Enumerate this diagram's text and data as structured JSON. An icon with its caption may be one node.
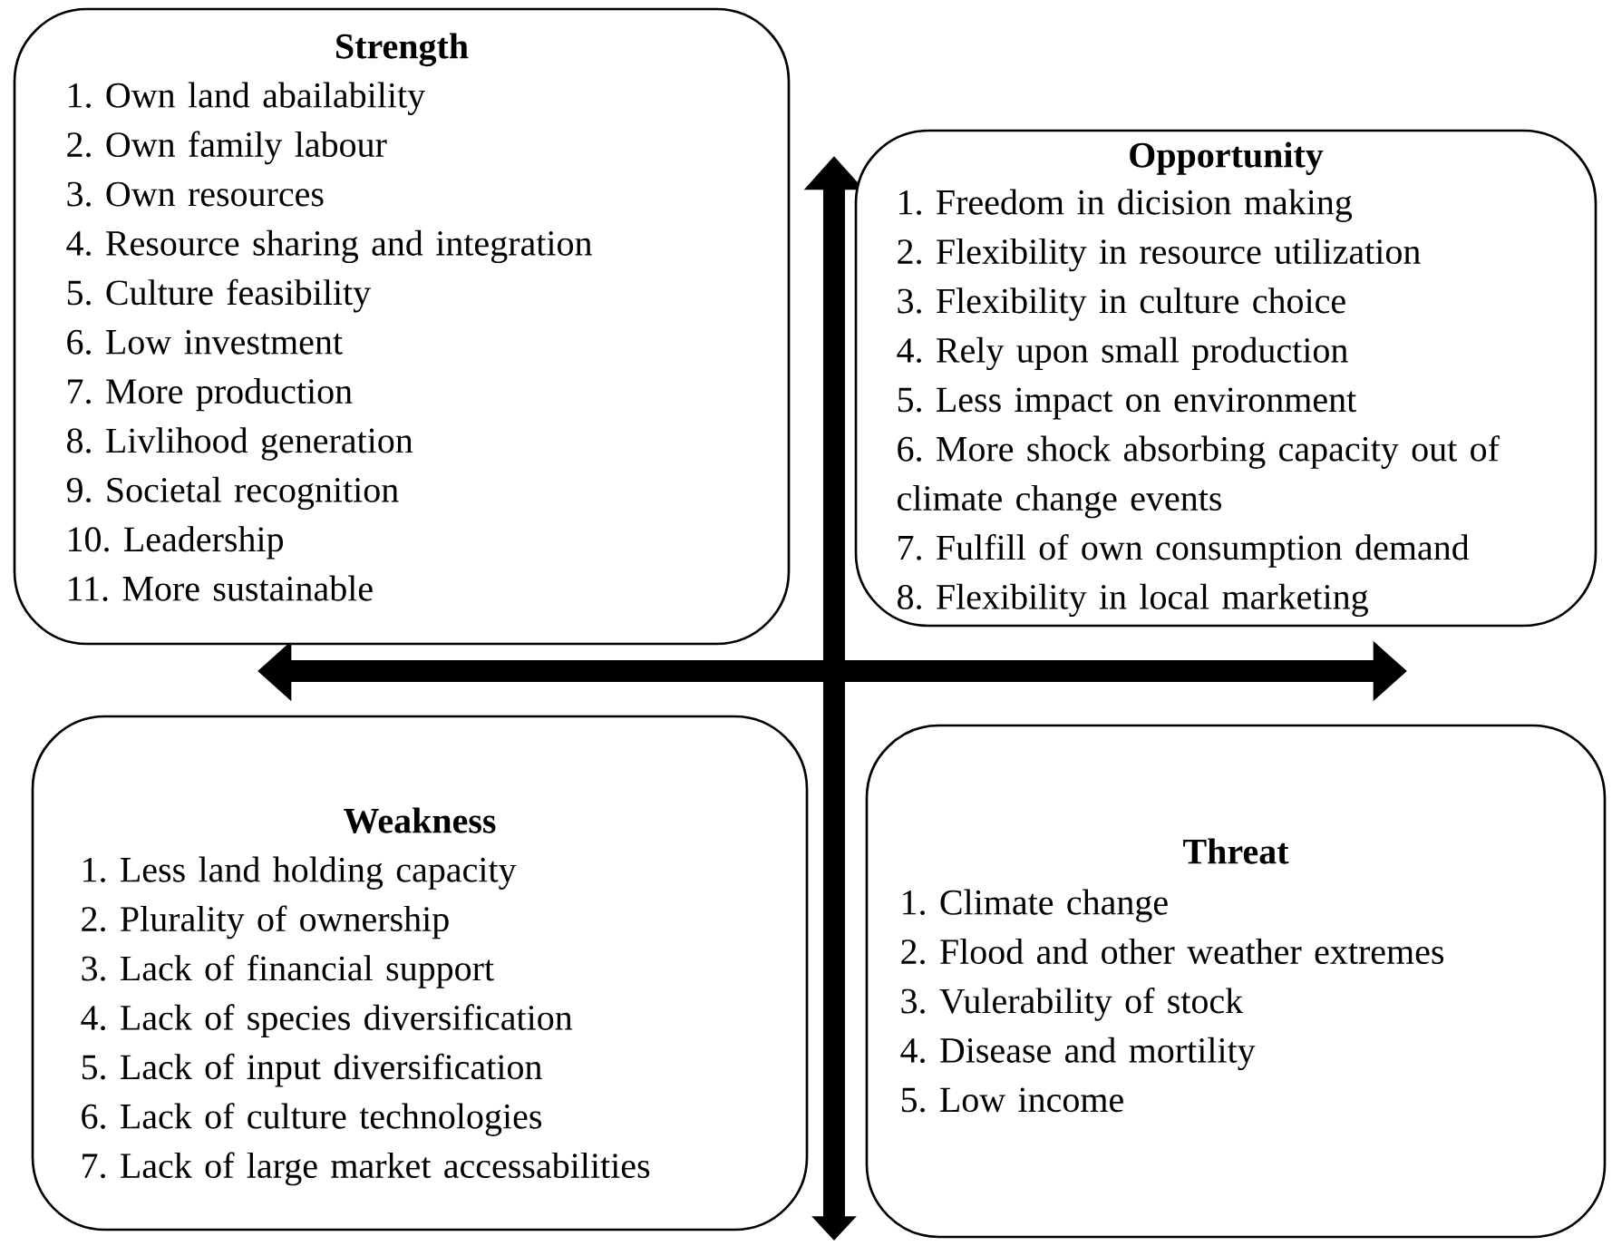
{
  "diagram": {
    "nodes": [
      {
        "text": [
          "Strength",
          "1. Own land abailability",
          "2. Own family labour",
          "3. Own resources",
          "4. Resource sharing and integration",
          "5. Culture feasibility",
          "6. Low investment",
          "7. More production",
          "8. Livlihood generation",
          "9. Societal recognition",
          "10. Leadership",
          "11. More sustainable"
        ]
      },
      {
        "text": [
          "Opportunity",
          "1. Freedom in dicision making",
          "2. Flexibility in resource utilization",
          "3. Flexibility in culture choice",
          "4. Rely upon small production",
          "5. Less impact on environment",
          "6. More shock absorbing capacity out of climate change events",
          "7. Fulfill of own consumption demand",
          "8. Flexibility in local marketing"
        ]
      },
      {
        "text": [
          "Weakness",
          "1. Less land holding capacity",
          "2. Plurality of ownership",
          "3. Lack of financial support",
          "4. Lack of species diversification",
          "5. Lack of input diversification",
          "6. Lack of culture technologies",
          "7. Lack of large market accessabilities"
        ]
      },
      {
        "text": [
          "Threat",
          "1. Climate change",
          "2. Flood and other weather extremes",
          "3. Vulerability of stock",
          "4. Disease and mortility",
          "5. Low income"
        ]
      }
    ]
  }
}
